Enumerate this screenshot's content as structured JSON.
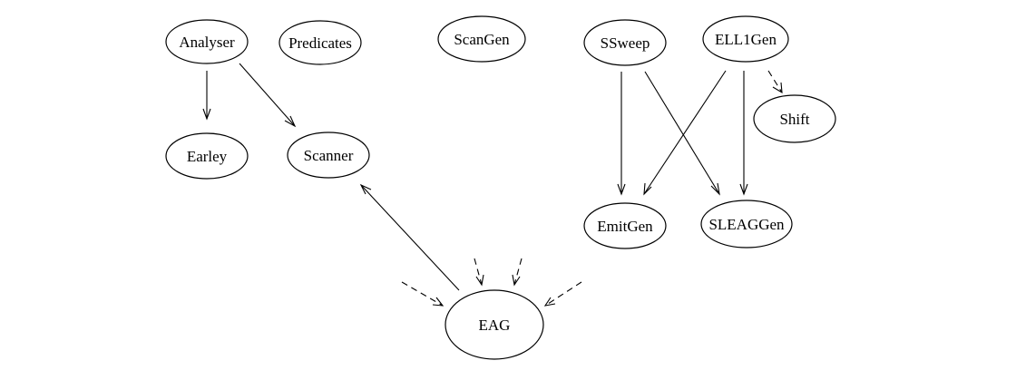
{
  "nodes": {
    "analyser": {
      "label": "Analyser"
    },
    "predicates": {
      "label": "Predicates"
    },
    "scangen": {
      "label": "ScanGen"
    },
    "ssweep": {
      "label": "SSweep"
    },
    "ell1gen": {
      "label": "ELL1Gen"
    },
    "shift": {
      "label": "Shift"
    },
    "earley": {
      "label": "Earley"
    },
    "scanner": {
      "label": "Scanner"
    },
    "emitgen": {
      "label": "EmitGen"
    },
    "sleaggen": {
      "label": "SLEAGGen"
    },
    "eag": {
      "label": "EAG"
    }
  },
  "edges": [
    {
      "from": "analyser",
      "to": "earley",
      "style": "solid"
    },
    {
      "from": "analyser",
      "to": "scanner",
      "style": "solid"
    },
    {
      "from": "ssweep",
      "to": "emitgen",
      "style": "solid"
    },
    {
      "from": "ssweep",
      "to": "sleaggen",
      "style": "solid"
    },
    {
      "from": "ell1gen",
      "to": "emitgen",
      "style": "solid"
    },
    {
      "from": "ell1gen",
      "to": "sleaggen",
      "style": "solid"
    },
    {
      "from": "ell1gen",
      "to": "shift",
      "style": "dashed"
    },
    {
      "from": "eag",
      "to": "scanner",
      "style": "solid"
    },
    {
      "from": "",
      "to": "eag",
      "style": "dashed"
    },
    {
      "from": "",
      "to": "eag",
      "style": "dashed"
    },
    {
      "from": "",
      "to": "eag",
      "style": "dashed"
    },
    {
      "from": "",
      "to": "eag",
      "style": "dashed"
    }
  ]
}
